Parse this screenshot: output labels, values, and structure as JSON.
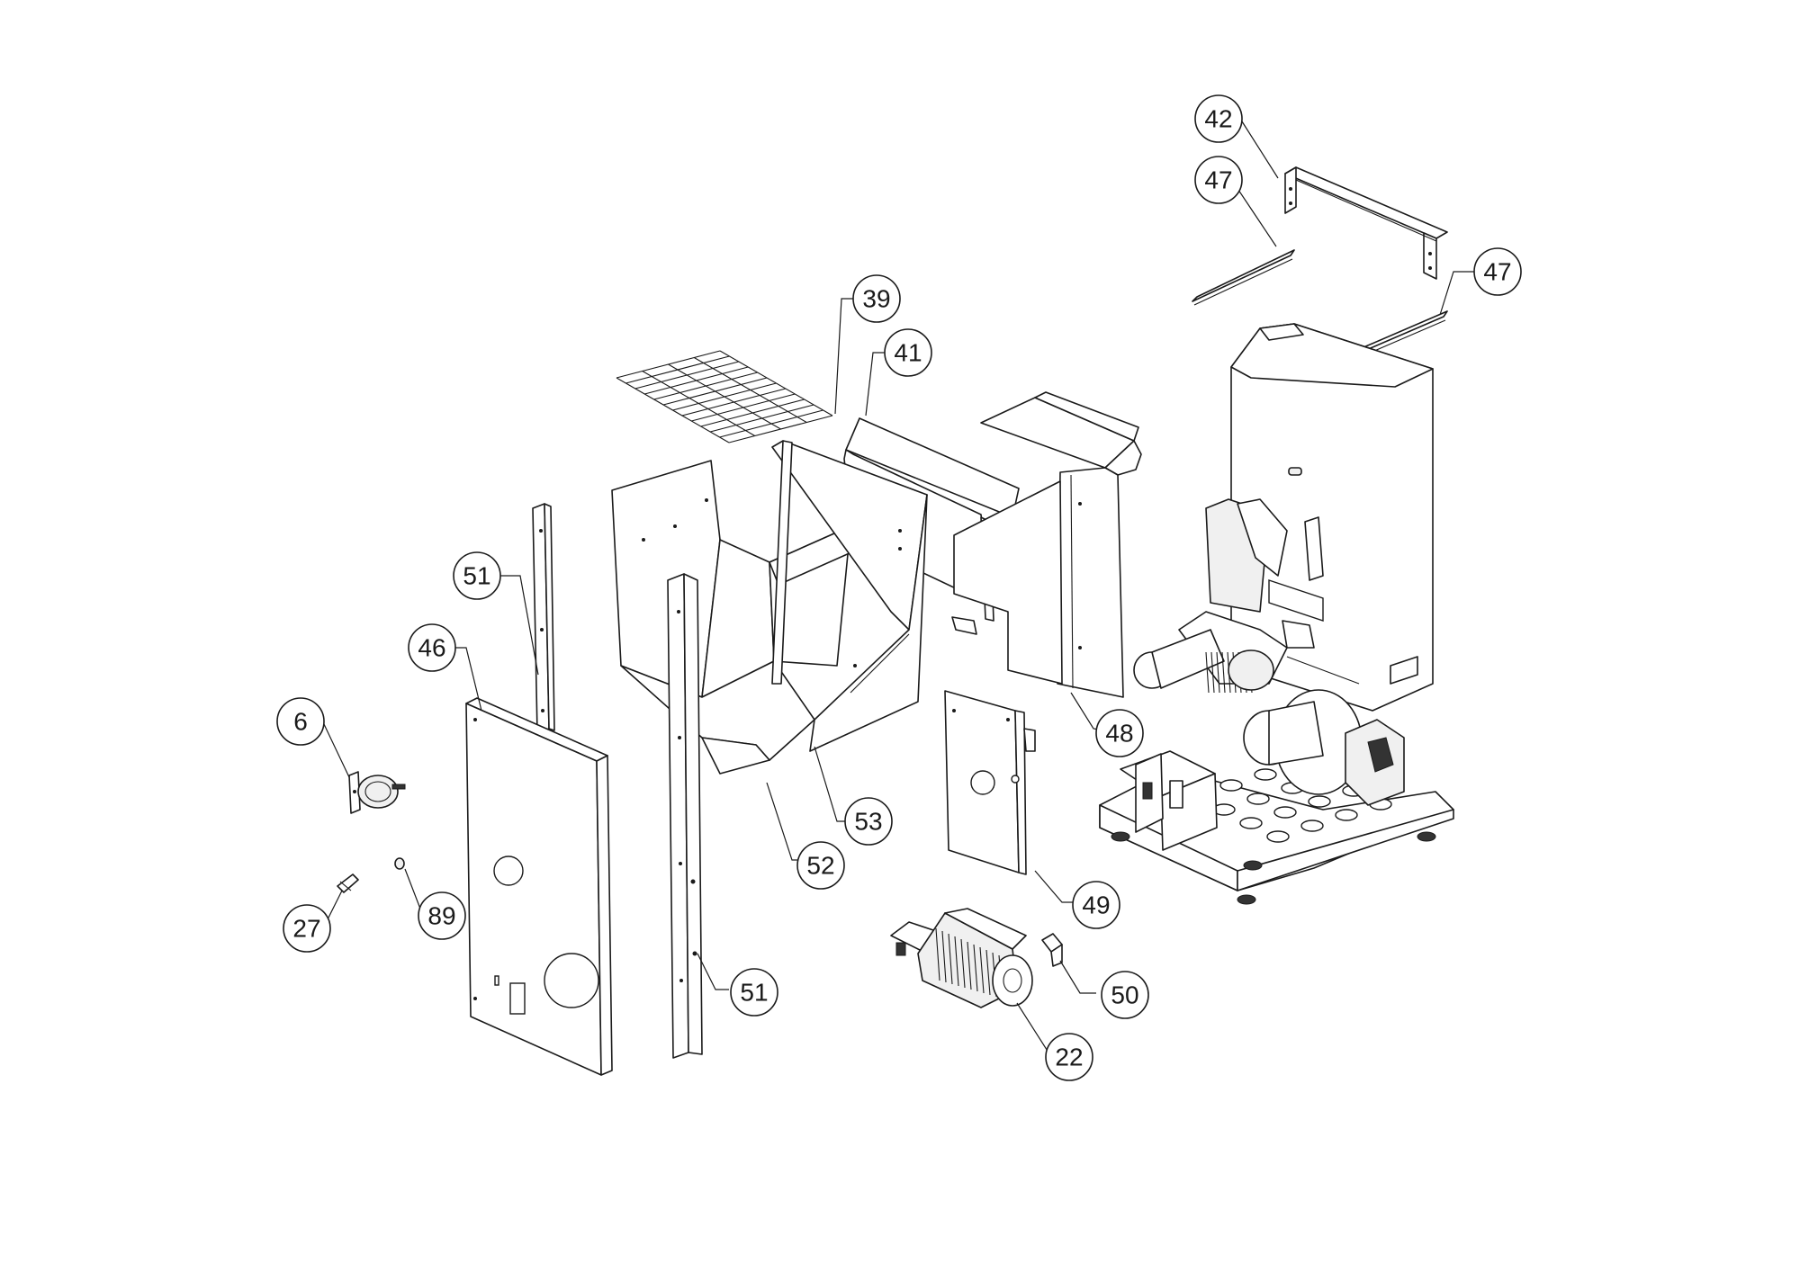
{
  "callouts": [
    {
      "id": "c42",
      "label": "42"
    },
    {
      "id": "c47a",
      "label": "47"
    },
    {
      "id": "c47b",
      "label": "47"
    },
    {
      "id": "c39",
      "label": "39"
    },
    {
      "id": "c41",
      "label": "41"
    },
    {
      "id": "c51a",
      "label": "51"
    },
    {
      "id": "c46",
      "label": "46"
    },
    {
      "id": "c6",
      "label": "6"
    },
    {
      "id": "c27",
      "label": "27"
    },
    {
      "id": "c89",
      "label": "89"
    },
    {
      "id": "c52",
      "label": "52"
    },
    {
      "id": "c53",
      "label": "53"
    },
    {
      "id": "c48",
      "label": "48"
    },
    {
      "id": "c49",
      "label": "49"
    },
    {
      "id": "c50",
      "label": "50"
    },
    {
      "id": "c22",
      "label": "22"
    },
    {
      "id": "c51b",
      "label": "51"
    }
  ]
}
